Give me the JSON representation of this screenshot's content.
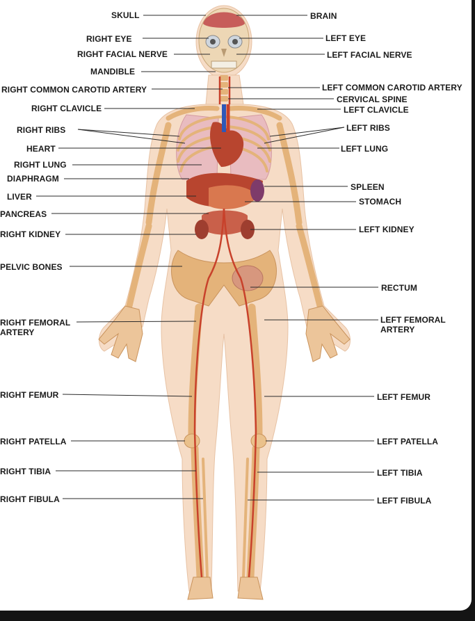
{
  "labels": {
    "skull": "SKULL",
    "brain": "BRAIN",
    "right_eye": "RIGHT EYE",
    "left_eye": "LEFT EYE",
    "right_facial_nerve": "RIGHT FACIAL NERVE",
    "left_facial_nerve": "LEFT FACIAL NERVE",
    "mandible": "MANDIBLE",
    "right_common_carotid_artery": "RIGHT COMMON CAROTID ARTERY",
    "left_common_carotid_artery": "LEFT COMMON CAROTID ARTERY",
    "cervical_spine": "CERVICAL SPINE",
    "right_clavicle": "RIGHT CLAVICLE",
    "left_clavicle": "LEFT CLAVICLE",
    "right_ribs": "RIGHT RIBS",
    "left_ribs": "LEFT RIBS",
    "heart": "HEART",
    "left_lung": "LEFT LUNG",
    "right_lung": "RIGHT LUNG",
    "diaphragm": "DIAPHRAGM",
    "spleen": "SPLEEN",
    "liver": "LIVER",
    "stomach": "STOMACH",
    "pancreas": "PANCREAS",
    "right_kidney": "RIGHT KIDNEY",
    "left_kidney": "LEFT KIDNEY",
    "pelvic_bones": "PELVIC BONES",
    "rectum": "RECTUM",
    "right_femoral_artery": "RIGHT FEMORAL ARTERY",
    "left_femoral_artery": "LEFT FEMORAL ARTERY",
    "right_femur": "RIGHT FEMUR",
    "left_femur": "LEFT FEMUR",
    "right_patella": "RIGHT PATELLA",
    "left_patella": "LEFT PATELLA",
    "right_tibia": "RIGHT TIBIA",
    "left_tibia": "LEFT TIBIA",
    "right_fibula": "RIGHT FIBULA",
    "left_fibula": "LEFT FIBULA"
  },
  "colors": {
    "skin": "#f6dcc6",
    "bone": "#e4b37a",
    "artery": "#c8412b",
    "vein": "#2f58b8",
    "organ": "#b8452f",
    "lung": "#e9bcc0",
    "leader_line": "#2a2a2a",
    "background": "#ffffff"
  }
}
